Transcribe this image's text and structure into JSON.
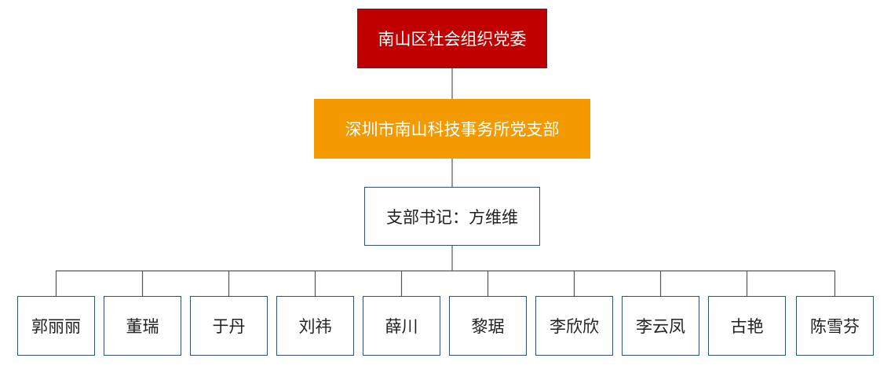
{
  "org": {
    "top": "南山区社会组织党委",
    "branch": "深圳市南山科技事务所党支部",
    "secretary": "支部书记：方维维",
    "members": [
      "郭丽丽",
      "董瑞",
      "于丹",
      "刘祎",
      "薛川",
      "黎琚",
      "李欣欣",
      "李云凤",
      "古艳",
      "陈雪芬"
    ]
  },
  "colors": {
    "top_fill": "#c00000",
    "branch_fill": "#f39a00",
    "box_border": "#2f4f87",
    "connector": "#555555"
  }
}
